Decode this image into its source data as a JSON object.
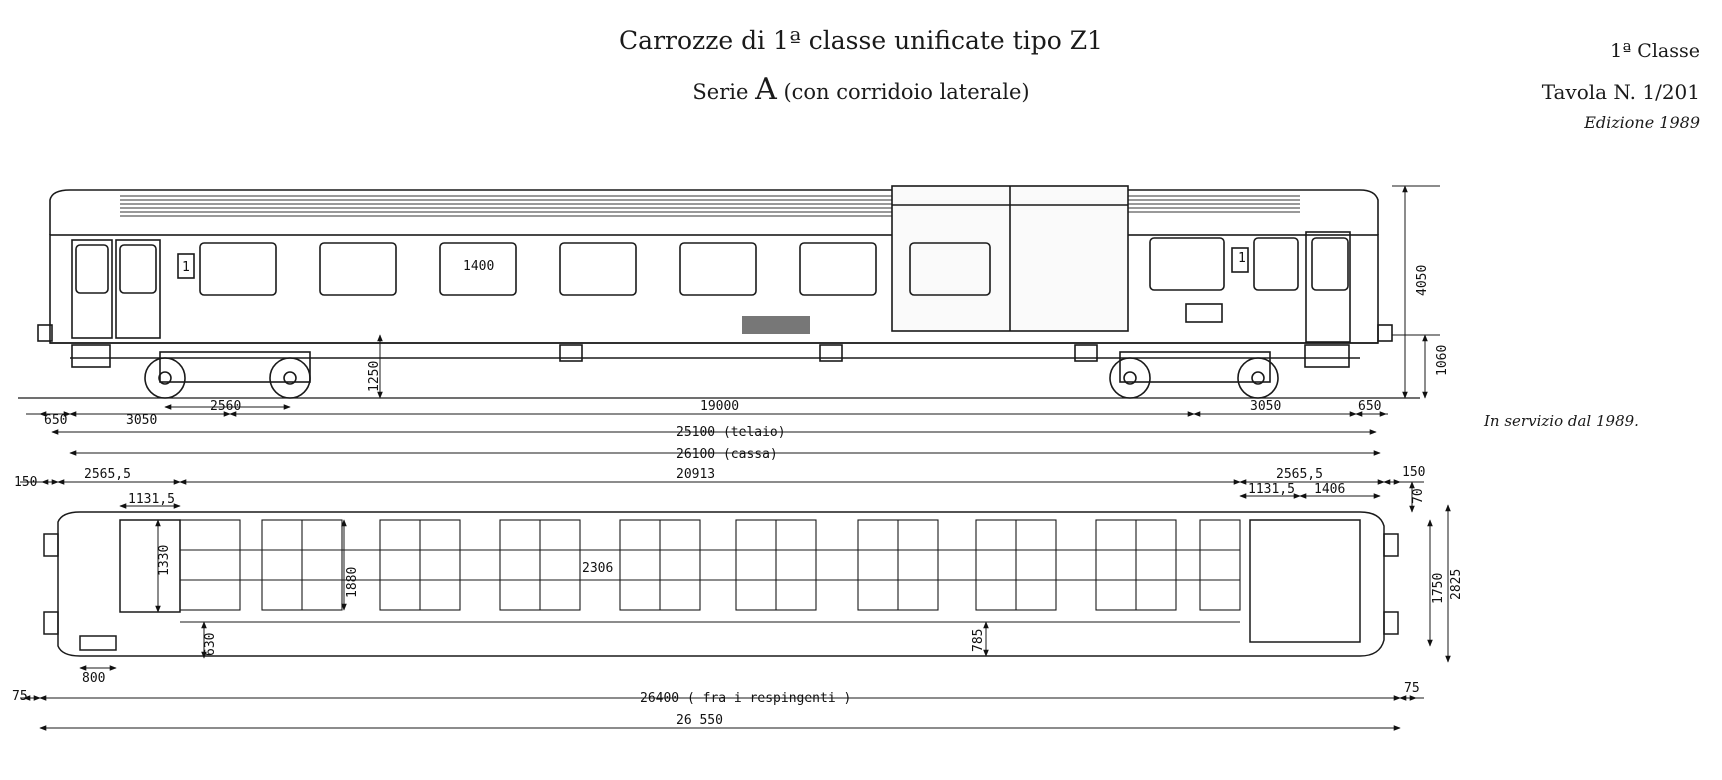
{
  "header": {
    "title": "Carrozze di 1ª classe unificate tipo Z1",
    "subtitle_prefix": "Serie",
    "subtitle_series": "A",
    "subtitle_suffix": "(con corridoio laterale)"
  },
  "corner": {
    "class_label": "1ª Classe",
    "table_label": "Tavola N. 1/201",
    "edition_label": "Edizione 1989"
  },
  "service_note": "In servizio dal 1989.",
  "side_dims": {
    "window_width": "1400",
    "total_height": "4050",
    "floor_height": "1060",
    "step_height": "1250",
    "overhang_left": "650",
    "bogie_left": "3050",
    "wheelbase": "2560",
    "bogie_centres": "19000",
    "bogie_right": "3050",
    "overhang_right": "650",
    "frame_length": "25100 (telaio)",
    "body_length": "26100 (cassa)"
  },
  "plan_dims": {
    "left_offset": "150",
    "vestibule_left": "2565,5",
    "seating_length": "20913",
    "vestibule_right": "2565,5",
    "right_offset": "150",
    "door_left": "1131,5",
    "door_right": "1131,5",
    "toilet": "1406",
    "top_gap": "70",
    "wc_width": "1330",
    "compartment_depth": "1880",
    "compartment_width": "2306",
    "corridor_left": "630",
    "corridor": "785",
    "inner_width": "1750",
    "outer_width": "2825",
    "footstep": "800",
    "buffer_left": "75",
    "buffer_right": "75",
    "over_buffers": "26400 ( fra i respingenti )",
    "overall": "26 550"
  },
  "badges": {
    "class_number": "1"
  }
}
